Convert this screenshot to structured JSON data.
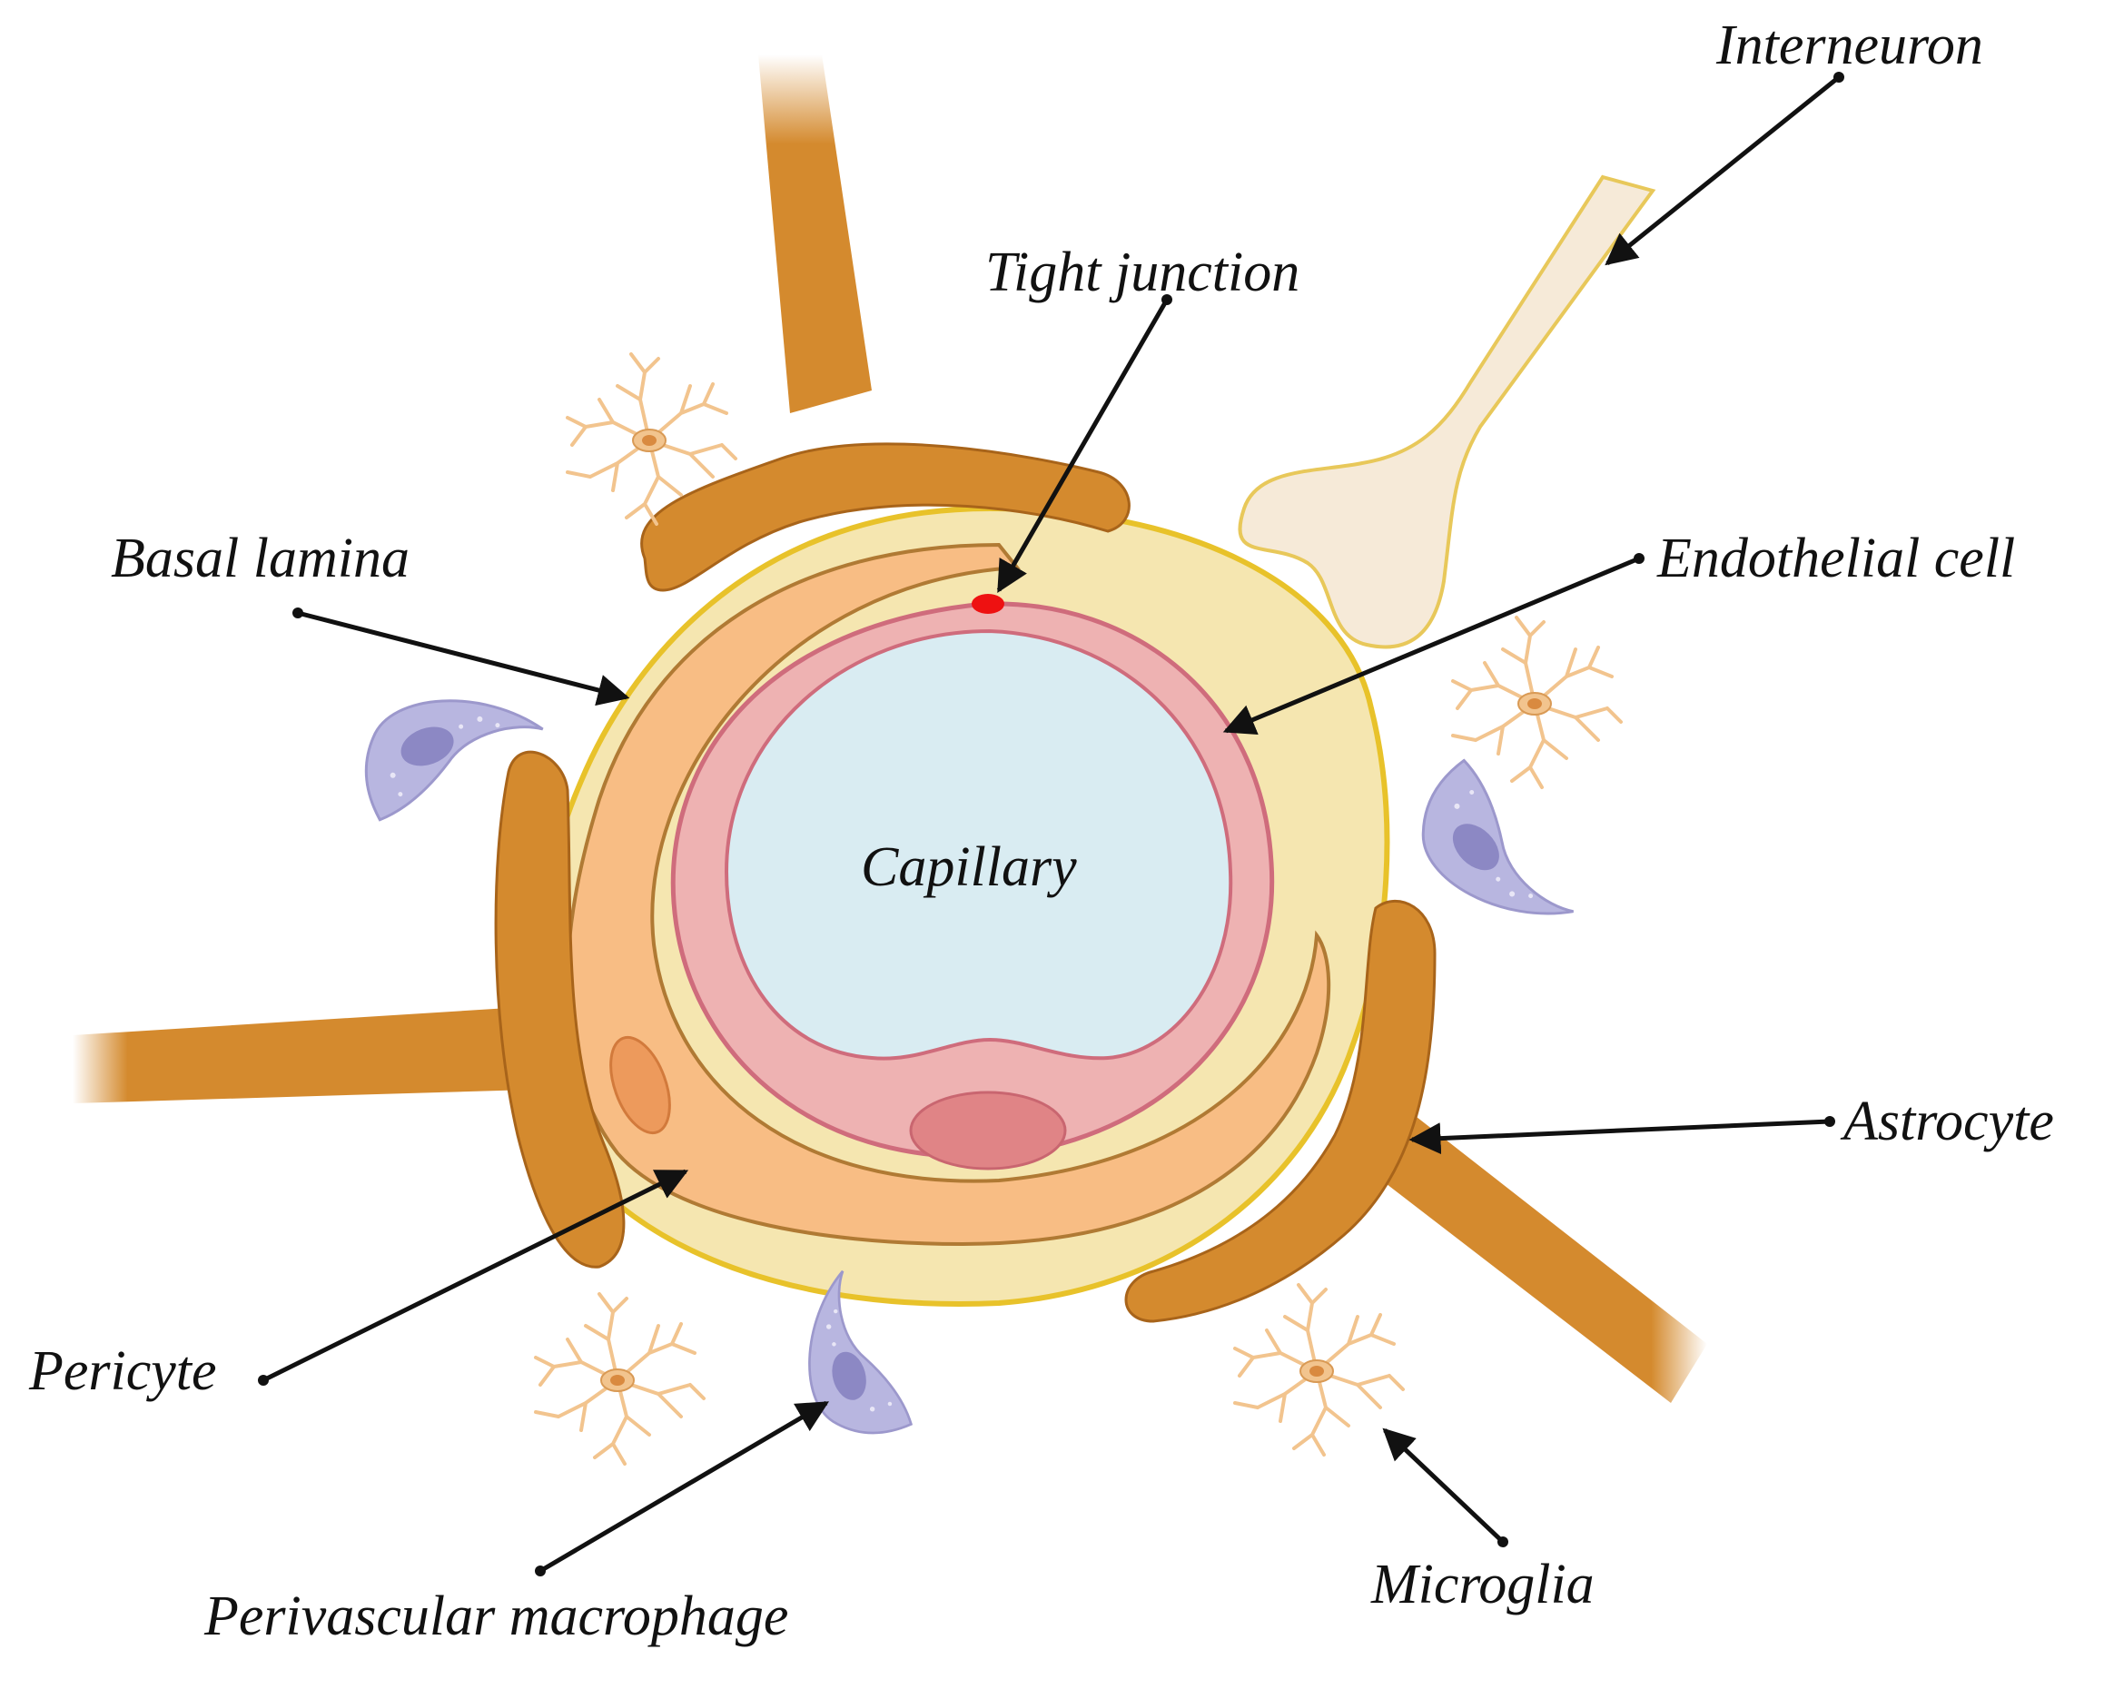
{
  "labels": {
    "interneuron": "Interneuron",
    "tight_junction": "Tight junction",
    "basal_lamina": "Basal lamina",
    "endothelial_cell": "Endothelial cell",
    "capillary": "Capillary",
    "astrocyte": "Astrocyte",
    "pericyte": "Pericyte",
    "perivascular_macrophage": "Perivascular macrophage",
    "microglia": "Microglia"
  },
  "colors": {
    "astrocyte": "#d48a2e",
    "astrocyte_edge": "#a8641a",
    "basal_lamina_fill": "#f5e6b0",
    "basal_lamina_edge": "#e8c22a",
    "pericyte": "#f8bd84",
    "pericyte_edge": "#b07a34",
    "endothelial": "#eeb2b2",
    "endothelial_edge": "#cf6c7c",
    "endothelial_nucleus": "#e08486",
    "capillary_lumen": "#d9ecf2",
    "tight_junction": "#ee1111",
    "interneuron": "#f6ead8",
    "interneuron_edge": "#e8c85a",
    "macrophage": "#b8b6e0",
    "macrophage_nucleus": "#8c88c4",
    "microglia": "#f2c48e"
  }
}
